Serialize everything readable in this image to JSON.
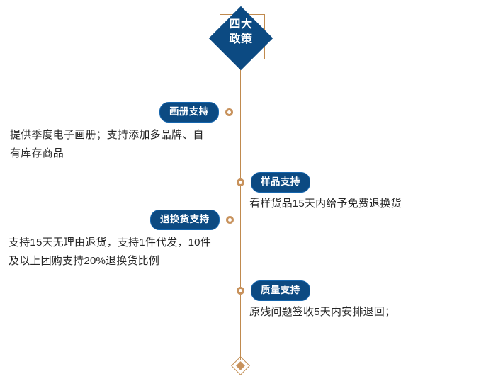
{
  "center": {
    "title": "四大\n政策",
    "shape": "diamond",
    "fill_color": "#0c4a82",
    "frame_color": "#c08a4e"
  },
  "timeline": {
    "line_color": "#c08a4e",
    "marker_color": "#c8925c",
    "badge_fill": "#0c4a82",
    "badge_border": "#1565ad",
    "badge_text_color": "#ffffff",
    "body_text_color": "#262626",
    "end_marker": "diamond-outline-with-core"
  },
  "items": [
    {
      "label": "画册支持",
      "body": "提供季度电子画册；支持添加多品牌、自\n有库存商品",
      "side": "left"
    },
    {
      "label": "样品支持",
      "body": "看样货品15天内给予免费退换货",
      "side": "right"
    },
    {
      "label": "退换货支持",
      "body": "支持15天无理由退货，支持1件代发，10件\n及以上团购支持20%退换货比例",
      "side": "left"
    },
    {
      "label": "质量支持",
      "body": "原残问题签收5天内安排退回；",
      "side": "right"
    }
  ]
}
